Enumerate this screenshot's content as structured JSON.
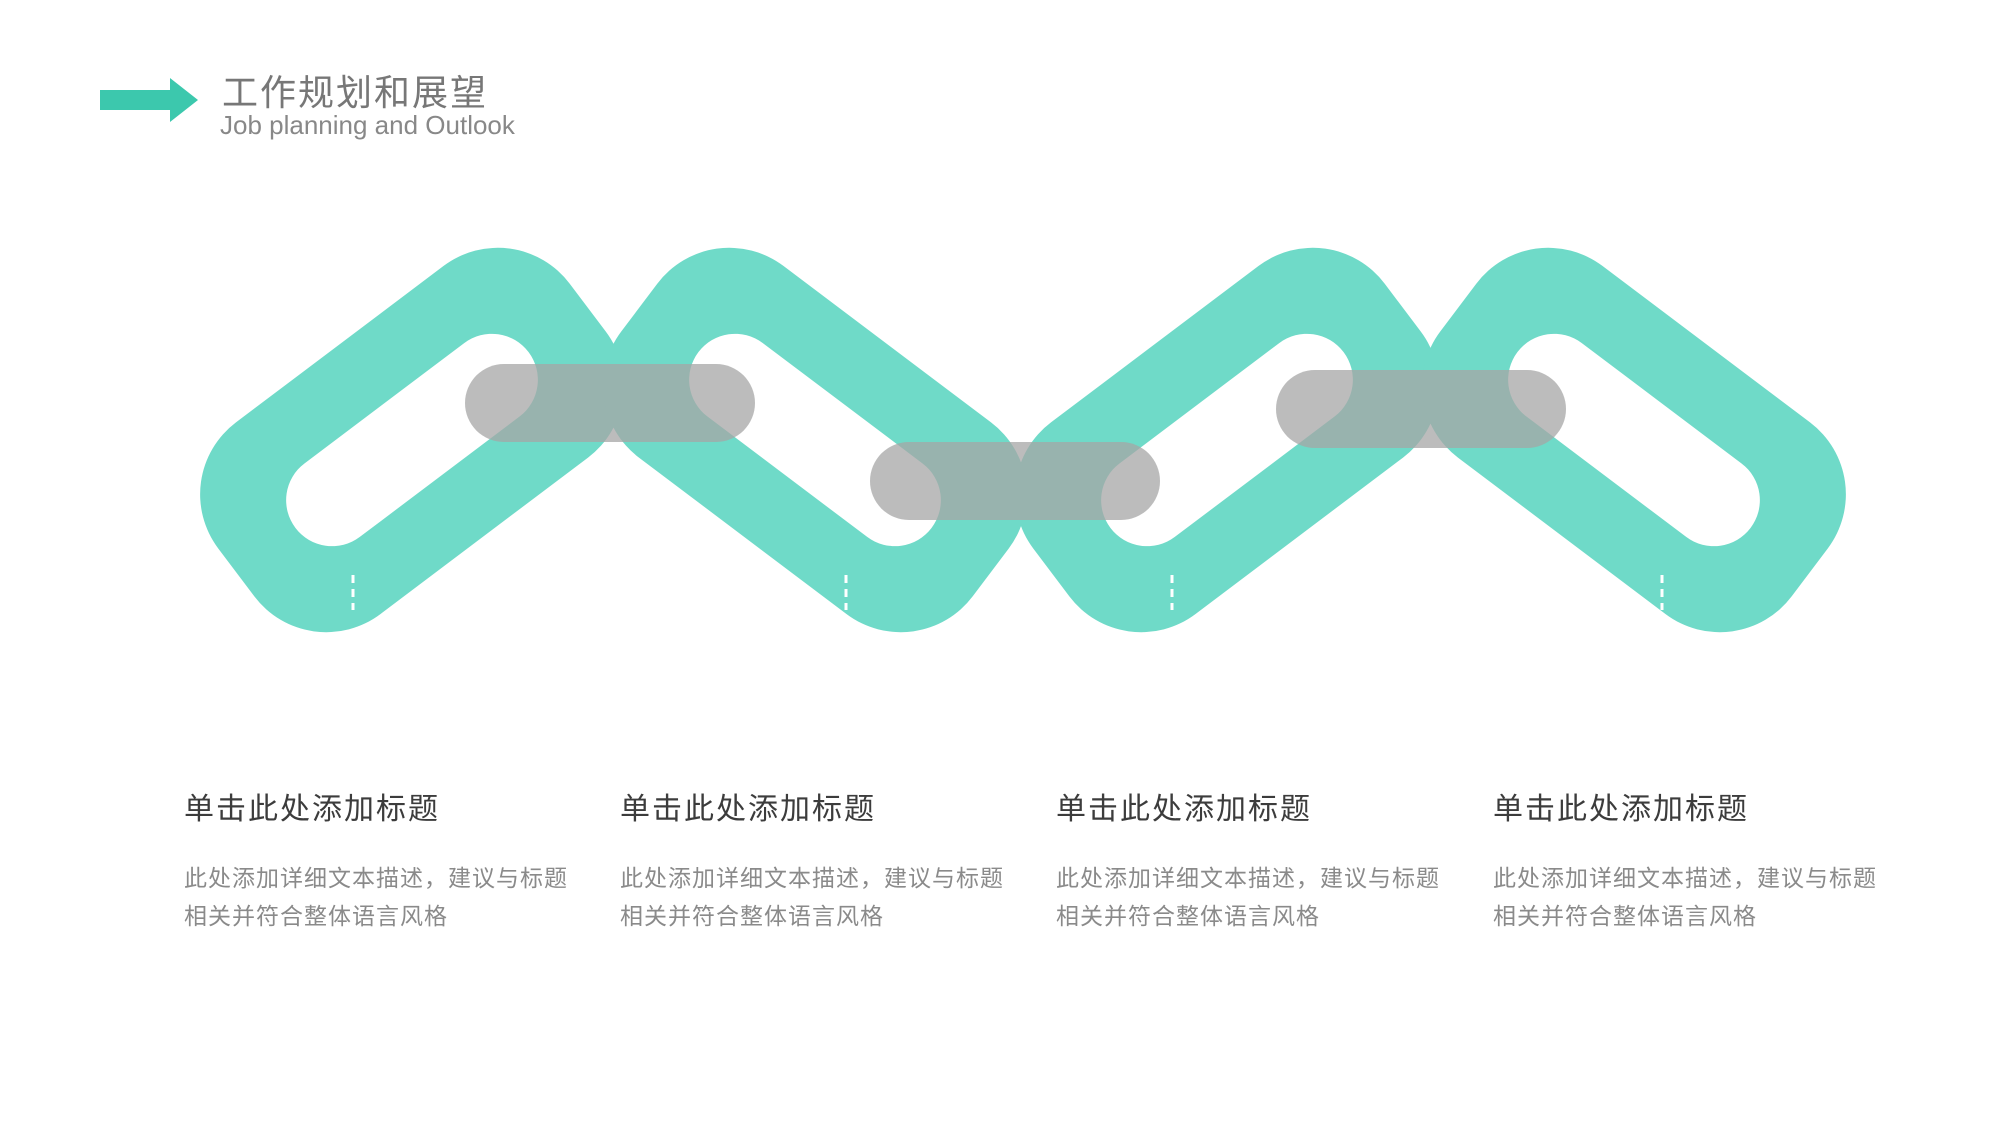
{
  "header": {
    "title": "工作规划和展望",
    "subtitle": "Job planning and Outlook"
  },
  "colors": {
    "accent": "#3cc8ad",
    "link_fill": "#6fdac8",
    "connector": "#a5a5a5",
    "title_text": "#3c3c3c",
    "desc_text": "#8a8a8a"
  },
  "items": [
    {
      "title": "单击此处添加标题",
      "description": "此处添加详细文本描述，建议与标题相关并符合整体语言风格"
    },
    {
      "title": "单击此处添加标题",
      "description": "此处添加详细文本描述，建议与标题相关并符合整体语言风格"
    },
    {
      "title": "单击此处添加标题",
      "description": "此处添加详细文本描述，建议与标题相关并符合整体语言风格"
    },
    {
      "title": "单击此处添加标题",
      "description": "此处添加详细文本描述，建议与标题相关并符合整体语言风格"
    }
  ]
}
